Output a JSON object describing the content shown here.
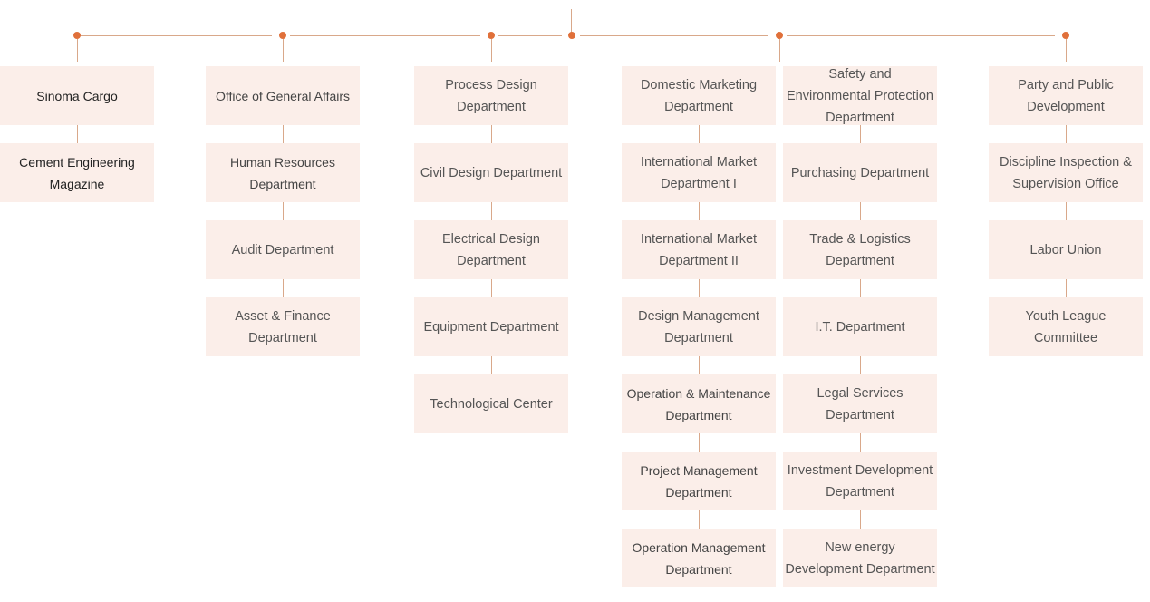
{
  "columns": [
    {
      "id": "col-1",
      "items": [
        "Sinoma Cargo",
        "Cement Engineering Magazine"
      ]
    },
    {
      "id": "col-2",
      "items": [
        "Office of General Affairs",
        "Human Resources Department",
        "Audit Department",
        "Asset & Finance Department"
      ]
    },
    {
      "id": "col-3",
      "items": [
        "Process Design Department",
        "Civil Design Department",
        "Electrical Design Department",
        "Equipment Department",
        "Technological Center"
      ]
    },
    {
      "id": "col-4a",
      "items": [
        "Domestic Marketing Department",
        "International Market Department I",
        "International Market Department II",
        "Design Management Department",
        "Operation & Maintenance Department",
        "Project Management Department",
        "Operation Management Department"
      ]
    },
    {
      "id": "col-4b",
      "items": [
        "Safety and Environmental Protection Department",
        "Purchasing Department",
        "Trade & Logistics Department",
        "I.T. Department",
        "Legal Services Department",
        "Investment Development Department",
        "New energy Development Department"
      ]
    },
    {
      "id": "col-5",
      "items": [
        "Party and Public Development",
        "Discipline Inspection & Supervision Office",
        "Labor Union",
        "Youth League Committee"
      ]
    }
  ],
  "colors": {
    "line": "#d9a88a",
    "dot": "#e0703a",
    "box": "#fbeee9",
    "text": "#555555"
  }
}
